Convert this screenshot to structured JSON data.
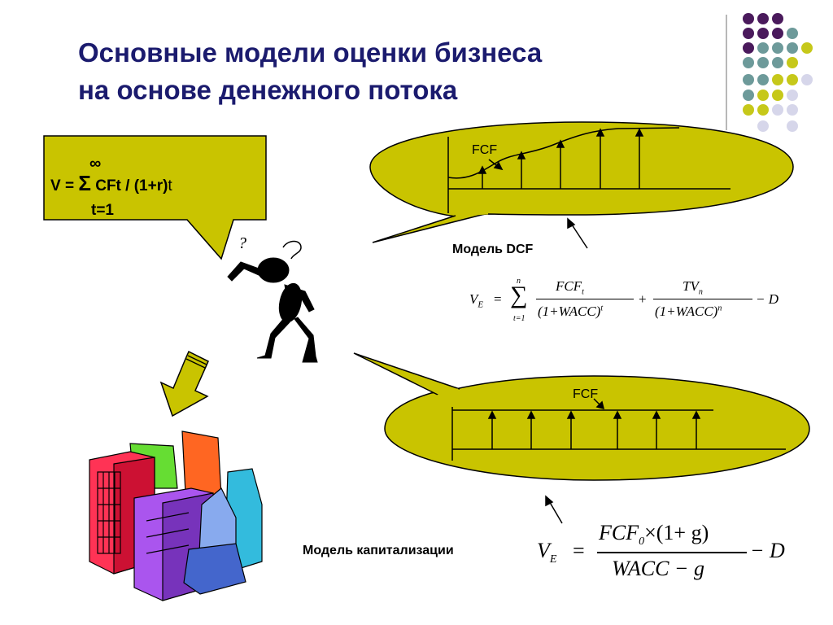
{
  "title": {
    "line1": "Основные модели оценки бизнеса",
    "line2": "на основе денежного потока"
  },
  "callout": {
    "formula_prefix": "V = ",
    "sigma": "Σ",
    "formula_rest_bold": "CFt / (1+r)",
    "formula_suffix": "t",
    "upper_limit": "∞",
    "lower_limit": "t=1"
  },
  "question_mark": "?",
  "dcf": {
    "fcf_label": "FCF",
    "model_label": "Модель DCF",
    "formula": {
      "lhs": "V",
      "lhs_sub": "E",
      "eq": "=",
      "sum_upper": "n",
      "sum_symbol": "∑",
      "sum_lower": "t=1",
      "num1": "FCF",
      "num1_sub": "t",
      "den1": "(1+WACC)",
      "den1_sup": "t",
      "plus": "+",
      "num2": "TV",
      "num2_sub": "n",
      "den2": "(1+WACC)",
      "den2_sup": "n",
      "tail": "− D"
    }
  },
  "cap": {
    "fcf_label": "FCF",
    "model_label": "Модель капитализации",
    "formula": {
      "lhs": "V",
      "lhs_sub": "E",
      "eq": "=",
      "num": "FCF",
      "num_sub": "0",
      "num_rest": "×(1+ g)",
      "den": "WACC − g",
      "tail": "− D"
    }
  },
  "colors": {
    "title": "#1b1b6e",
    "bubble": "#c9c400",
    "purple": "#4a1a5c",
    "teal": "#6d9a9a",
    "olive": "#c6c81a",
    "lavender": "#d6d6ea"
  }
}
